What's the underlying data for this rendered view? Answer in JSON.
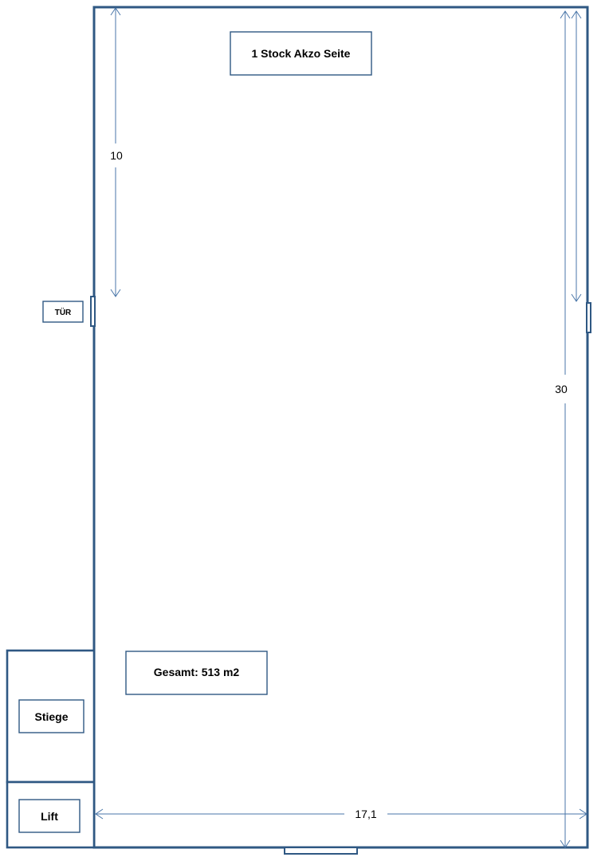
{
  "title": "1 Stock Akzo Seite",
  "total_area": "Gesamt: 513 m2",
  "door_label": "TÜR",
  "rooms": {
    "stairs": "Stiege",
    "lift": "Lift"
  },
  "dimensions": {
    "left_segment": "10",
    "height": "30",
    "width": "17,1"
  },
  "colors": {
    "walls": "#2f5883",
    "dimension_lines": "#4a76a8"
  }
}
